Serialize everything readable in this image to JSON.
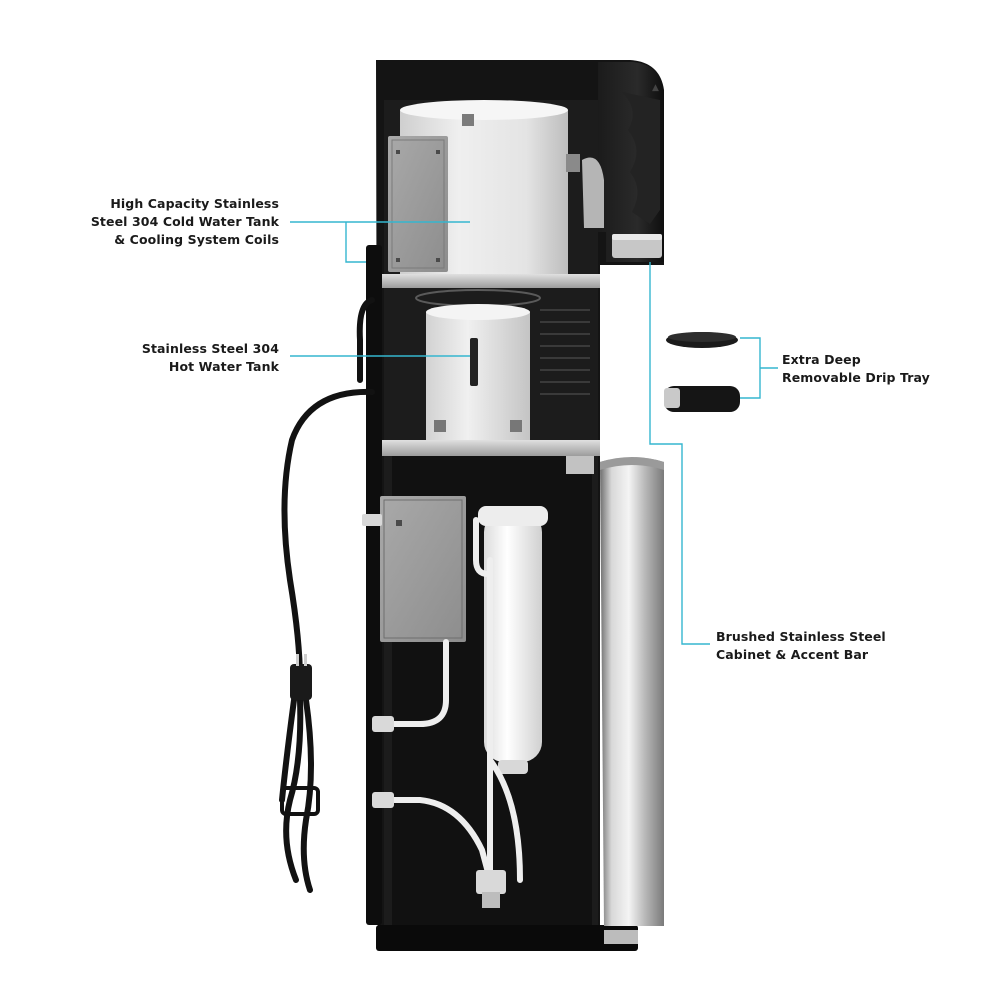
{
  "callouts": {
    "cold_tank": {
      "lines": [
        "High Capacity Stainless",
        "Steel 304 Cold Water Tank",
        "& Cooling System Coils"
      ]
    },
    "hot_tank": {
      "lines": [
        "Stainless Steel 304",
        "Hot Water Tank"
      ]
    },
    "drip_tray": {
      "lines": [
        "Extra Deep",
        "Removable Drip Tray"
      ]
    },
    "cabinet": {
      "lines": [
        "Brushed Stainless Steel",
        "Cabinet & Accent Bar"
      ]
    }
  },
  "colors": {
    "leader_line": "#35b6cf",
    "cabinet_black": "#121212",
    "steel": "#c9c9c9",
    "tank_white": "#e9e9e9"
  }
}
